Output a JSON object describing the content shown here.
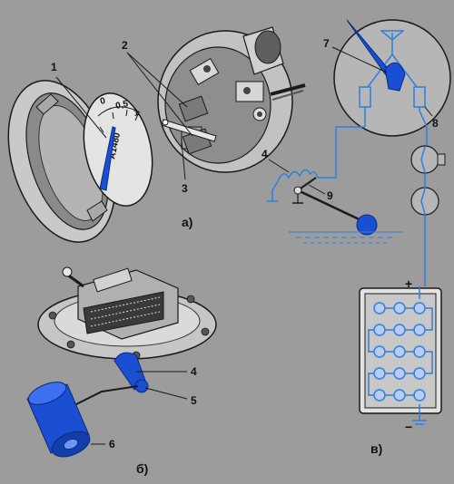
{
  "colors": {
    "background": "#9c9c9c",
    "wire_blue": "#2f7fe0",
    "part_blue": "#1a4fd1",
    "metal_light": "#d2d2d2",
    "metal_dark": "#6e6e6e",
    "outline": "#1a1a1a"
  },
  "callouts": [
    {
      "id": "1",
      "text": "1"
    },
    {
      "id": "2",
      "text": "2"
    },
    {
      "id": "3",
      "text": "3"
    },
    {
      "id": "4a",
      "text": "4"
    },
    {
      "id": "4b",
      "text": "4"
    },
    {
      "id": "5",
      "text": "5"
    },
    {
      "id": "6",
      "text": "6"
    },
    {
      "id": "7",
      "text": "7"
    },
    {
      "id": "8",
      "text": "8"
    },
    {
      "id": "9",
      "text": "9"
    }
  ],
  "sections": {
    "a": "а)",
    "b": "б)",
    "c": "в)"
  },
  "dial_marks": {
    "zero": "0",
    "half": "0,5",
    "one": "1",
    "model": "А1480"
  },
  "battery": {
    "plus": "+",
    "minus": "−"
  }
}
